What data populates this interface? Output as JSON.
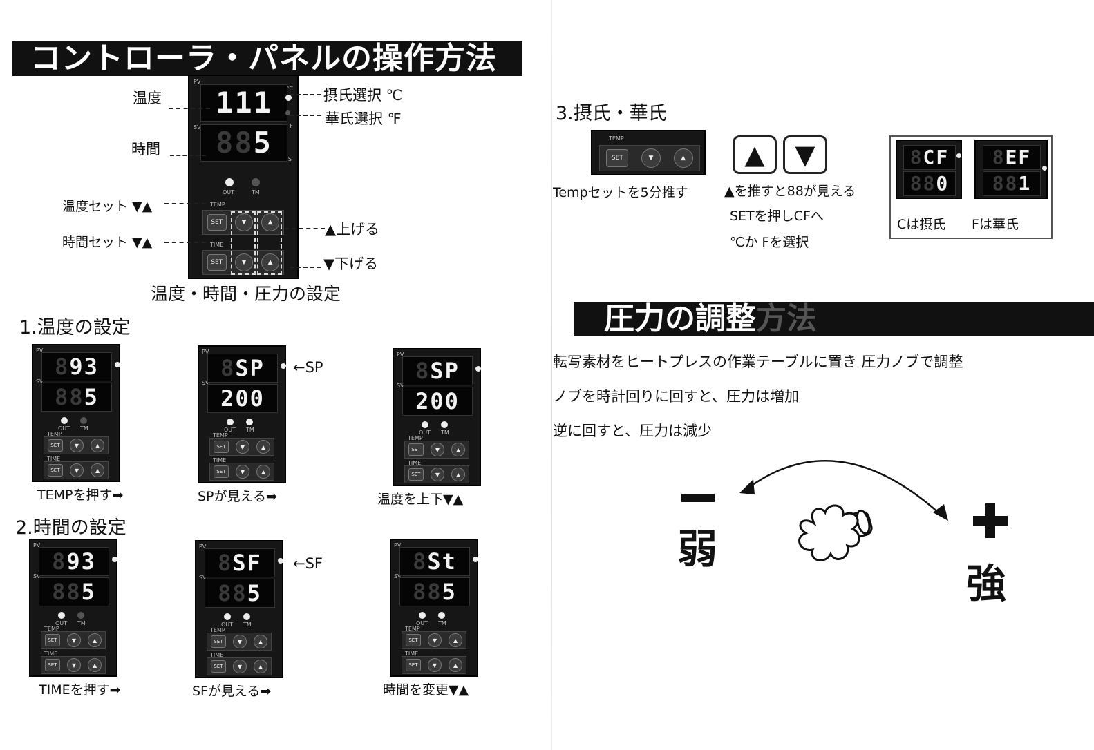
{
  "banner": {
    "title": "コントローラ・パネルの操作方法",
    "pressure_title": "圧力の調整",
    "pressure_ghost": "方法"
  },
  "panel_diagram": {
    "left_labels": {
      "temp": "温度",
      "time": "時間",
      "temp_set": "温度セット ▼▲",
      "time_set": "時間セット ▼▲"
    },
    "right_labels": {
      "celsius": "摂氏選択 ℃",
      "fahrenheit": "華氏選択 ℉",
      "up": "▲上げる",
      "down": "▼下げる"
    },
    "caption": "温度・時間・圧力の設定",
    "display_pv": "111",
    "display_sv_dim": "88",
    "display_sv": "5",
    "unit_c": "°C",
    "unit_f": "F",
    "unit_s": "S",
    "pv": "PV",
    "sv": "SV"
  },
  "controller": {
    "out": "OUT",
    "tm": "TM",
    "temp": "TEMP",
    "time": "TIME",
    "set": "SET",
    "down": "▼",
    "up": "▲",
    "pv": "PV",
    "sv": "SV"
  },
  "section1": {
    "heading": "1.温度の設定",
    "panels": [
      {
        "dim1": "8",
        "top": "93",
        "dim2": "88",
        "bottom": "5",
        "caption": "TEMPを押す➡"
      },
      {
        "dim1": "8",
        "top": "SP",
        "dim2": "",
        "bottom": "200",
        "caption": "SPが見える➡"
      },
      {
        "dim1": "8",
        "top": "SP",
        "dim2": "",
        "bottom": "200",
        "caption": "温度を上下▼▲"
      }
    ],
    "arrow_label": "←SP"
  },
  "section2": {
    "heading": "2.時間の設定",
    "panels": [
      {
        "dim1": "8",
        "top": "93",
        "dim2": "88",
        "bottom": "5",
        "caption": "TIMEを押す➡"
      },
      {
        "dim1": "8",
        "top": "SF",
        "dim2": "88",
        "bottom": "5",
        "caption": "SFが見える➡"
      },
      {
        "dim1": "8",
        "top": "St",
        "dim2": "88",
        "bottom": "5",
        "caption": "時間を変更▼▲"
      }
    ],
    "arrow_label": "←SF"
  },
  "section3": {
    "heading": "3.摂氏・華氏",
    "strip": {
      "temp": "TEMP",
      "set": "SET",
      "down": "▼",
      "up": "▲"
    },
    "caption_left": "Tempセットを5分推す",
    "up_key": "▲",
    "down_key": "▼",
    "lines": [
      "▲を推すと88が見える",
      "SETを押しCFへ",
      "℃か Fを選択"
    ],
    "cf_c": {
      "top": "CF",
      "bottom": "0",
      "dim1": "8",
      "dim2": "88"
    },
    "cf_f": {
      "top": "EF",
      "bottom": "1",
      "dim1": "8",
      "dim2": "88"
    },
    "caption_c": "Cは摂氏",
    "caption_f": "Fは華氏"
  },
  "pressure": {
    "lines": [
      "転写素材をヒートプレスの作業テーブルに置き 圧力ノブで調整",
      "ノブを時計回りに回すと、圧力は増加",
      "逆に回すと、圧力は減少"
    ],
    "weak": "弱",
    "strong": "強"
  }
}
